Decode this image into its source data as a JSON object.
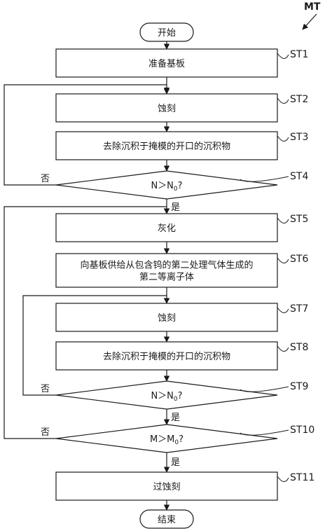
{
  "figure_label": "MT",
  "terminals": {
    "start": "开始",
    "end": "结束"
  },
  "steps": [
    {
      "id": "ST1",
      "kind": "process",
      "lines": [
        "准备基板"
      ]
    },
    {
      "id": "ST2",
      "kind": "process",
      "lines": [
        "蚀刻"
      ]
    },
    {
      "id": "ST3",
      "kind": "process",
      "lines": [
        "去除沉积于掩模的开口的沉积物"
      ]
    },
    {
      "id": "ST4",
      "kind": "decision",
      "var": "N",
      "op": "＞",
      "bound": "N",
      "bound_sub": "0",
      "suffix": "?"
    },
    {
      "id": "ST5",
      "kind": "process",
      "lines": [
        "灰化"
      ]
    },
    {
      "id": "ST6",
      "kind": "process",
      "lines": [
        "向基板供给从包含钨的第二处理气体生成的",
        "第二等离子体"
      ]
    },
    {
      "id": "ST7",
      "kind": "process",
      "lines": [
        "蚀刻"
      ]
    },
    {
      "id": "ST8",
      "kind": "process",
      "lines": [
        "去除沉积于掩模的开口的沉积物"
      ]
    },
    {
      "id": "ST9",
      "kind": "decision",
      "var": "N",
      "op": "＞",
      "bound": "N",
      "bound_sub": "0",
      "suffix": "?"
    },
    {
      "id": "ST10",
      "kind": "decision",
      "var": "M",
      "op": "＞",
      "bound": "M",
      "bound_sub": "0",
      "suffix": "?"
    },
    {
      "id": "ST11",
      "kind": "process",
      "lines": [
        "过蚀刻"
      ]
    }
  ],
  "branches": {
    "ST4": {
      "no": "否",
      "yes": "是"
    },
    "ST9": {
      "no": "否",
      "yes": "是"
    },
    "ST10": {
      "no": "否",
      "yes": "是"
    }
  }
}
